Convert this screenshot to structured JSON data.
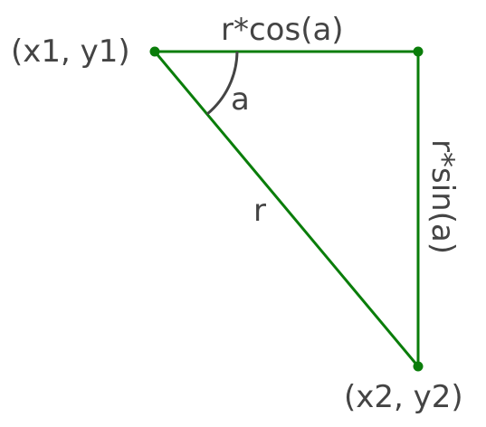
{
  "labels": {
    "point1": "(x1, y1)",
    "point2": "(x2, y2)",
    "hypotenuse": "r",
    "angle": "a",
    "horizontal": "r*cos(a)",
    "vertical": "r*sin(a)"
  },
  "colors": {
    "lines": "#0a7d0a",
    "text": "#444444",
    "background": "#ffffff"
  }
}
